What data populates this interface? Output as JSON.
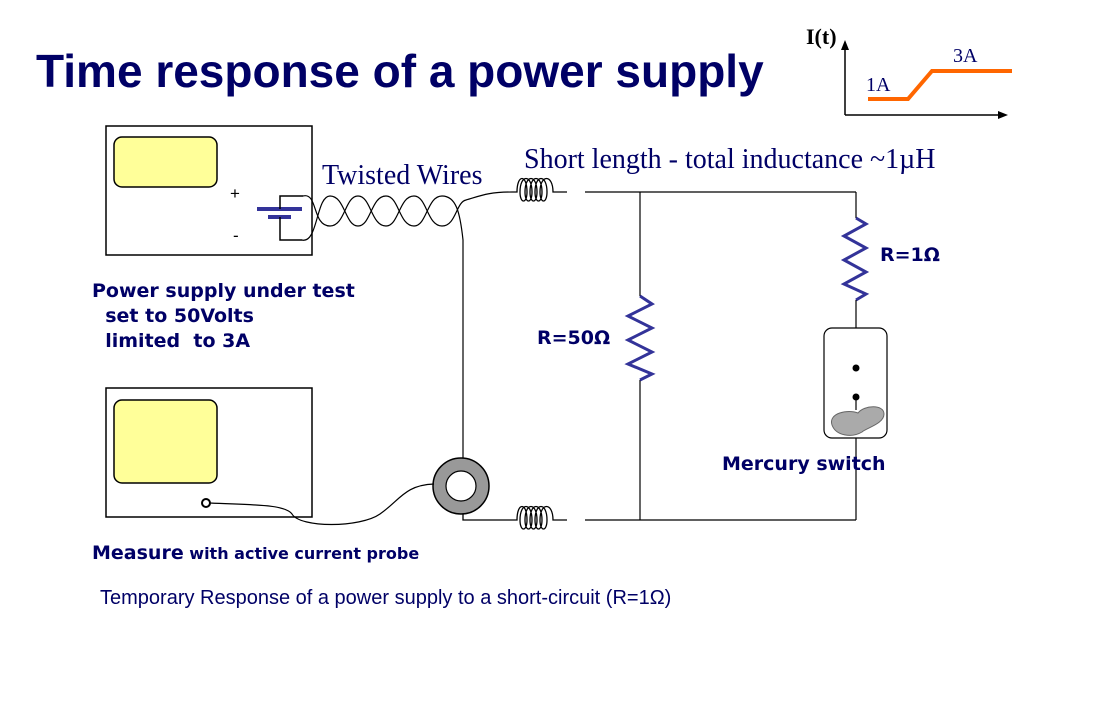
{
  "slide": {
    "title": "Time response of a power supply",
    "twisted_wires": "Twisted Wires",
    "short_length": "Short length - total inductance ~1µH",
    "power_supply_label": "Power supply under test\n  set to 50Volts\n  limited  to 3A",
    "r50_label": "R=50Ω",
    "r1_label": "R=1Ω",
    "mercury_label": "Mercury switch",
    "measure_word": "Measure",
    "measure_rest": " with active current probe",
    "caption": "Temporary Response of a power supply to a short-circuit (R=1Ω)",
    "plus": "+",
    "minus": "-"
  },
  "inset_graph": {
    "y_label": "I(t)",
    "low_label": "1A",
    "high_label": "3A",
    "step_color": "#ff6600"
  },
  "colors": {
    "text": "#000066",
    "screen_fill": "#ffff99",
    "component": "#333399",
    "mercury": "#aaaaaa"
  }
}
